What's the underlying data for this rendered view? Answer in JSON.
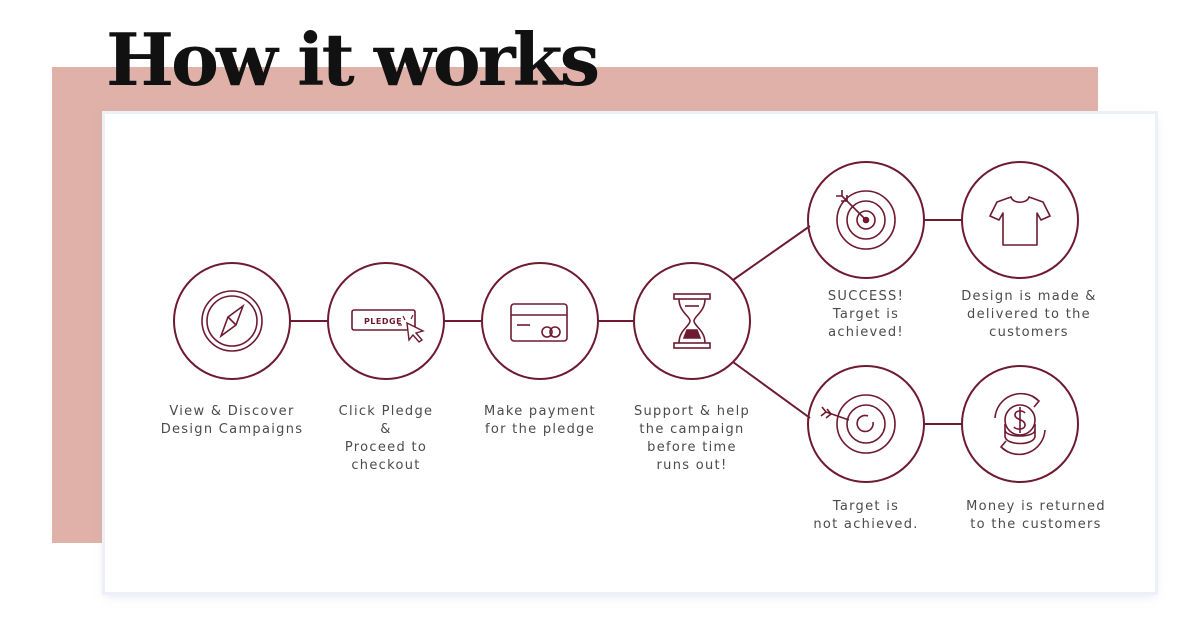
{
  "title": "How it works",
  "colors": {
    "accent": "#6e1a30",
    "pink": "#dfb1a8",
    "text": "#4b4b4b"
  },
  "steps": [
    {
      "icon": "compass-icon",
      "label": "View & Discover\nDesign Campaigns"
    },
    {
      "icon": "pledge-button-cursor-icon",
      "button_text": "PLEDGE",
      "label": "Click Pledge\n&\nProceed to\ncheckout"
    },
    {
      "icon": "credit-card-icon",
      "label": "Make payment\nfor the pledge"
    },
    {
      "icon": "hourglass-icon",
      "label": "Support & help\nthe campaign\nbefore time\nruns out!"
    }
  ],
  "outcomes": {
    "success": [
      {
        "icon": "target-hit-icon",
        "label": "SUCCESS!\nTarget is\nachieved!"
      },
      {
        "icon": "tshirt-icon",
        "label": "Design is made &\ndelivered to the\ncustomers"
      }
    ],
    "failure": [
      {
        "icon": "target-missed-icon",
        "label": "Target is\nnot achieved."
      },
      {
        "icon": "money-refund-icon",
        "label": "Money is returned\nto the customers"
      }
    ]
  }
}
